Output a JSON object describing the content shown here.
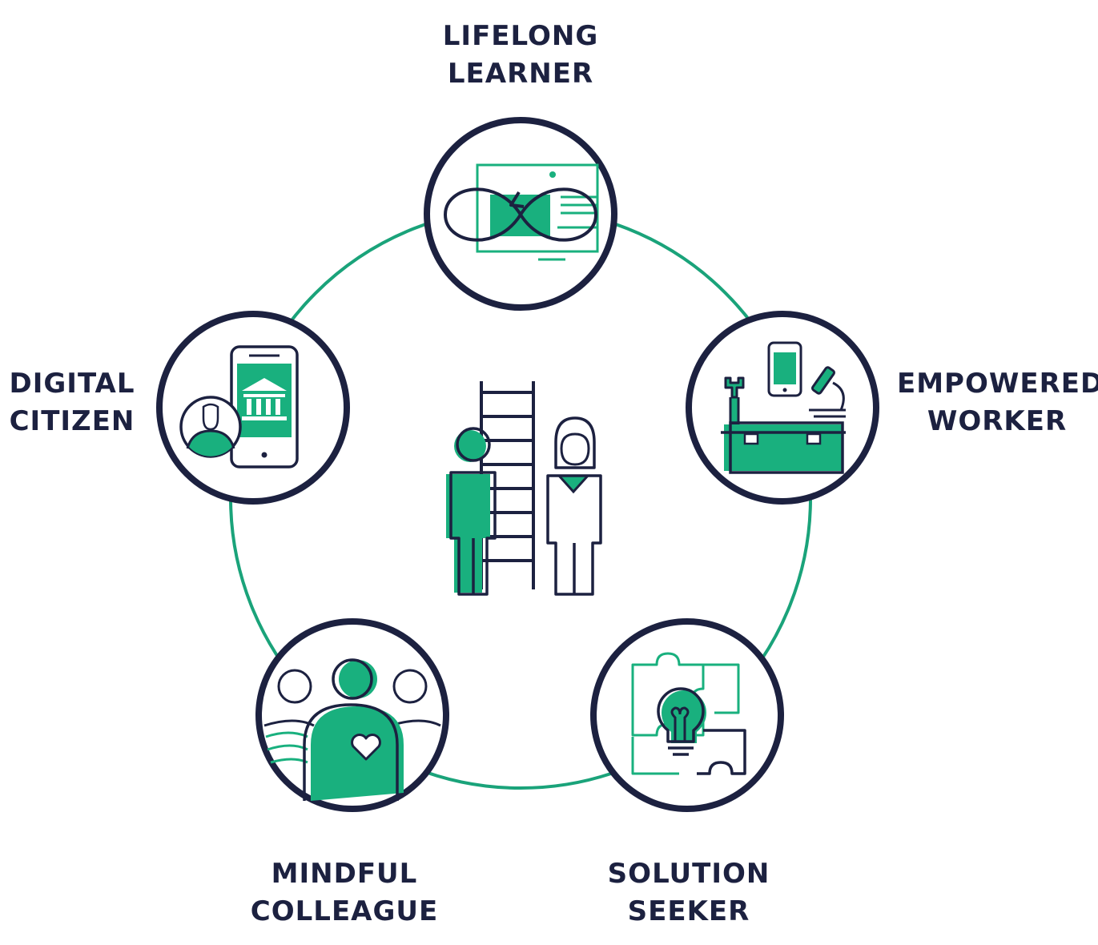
{
  "colors": {
    "navy": "#1c2140",
    "green": "#19b07e",
    "ring": "#1aa37a",
    "background": "#ffffff"
  },
  "center": {
    "icon": "ladder-with-two-people-icon"
  },
  "nodes": [
    {
      "id": "lifelong",
      "line1": "LIFELONG",
      "line2": "LEARNER",
      "icon": "infinity-screen-icon"
    },
    {
      "id": "empowered",
      "line1": "EMPOWERED",
      "line2": "WORKER",
      "icon": "toolbox-icon"
    },
    {
      "id": "solution",
      "line1": "SOLUTION",
      "line2": "SEEKER",
      "icon": "puzzle-lightbulb-icon"
    },
    {
      "id": "mindful",
      "line1": "MINDFUL",
      "line2": "COLLEAGUE",
      "icon": "people-heart-icon"
    },
    {
      "id": "digital",
      "line1": "DIGITAL",
      "line2": "CITIZEN",
      "icon": "smartphone-government-icon"
    }
  ]
}
